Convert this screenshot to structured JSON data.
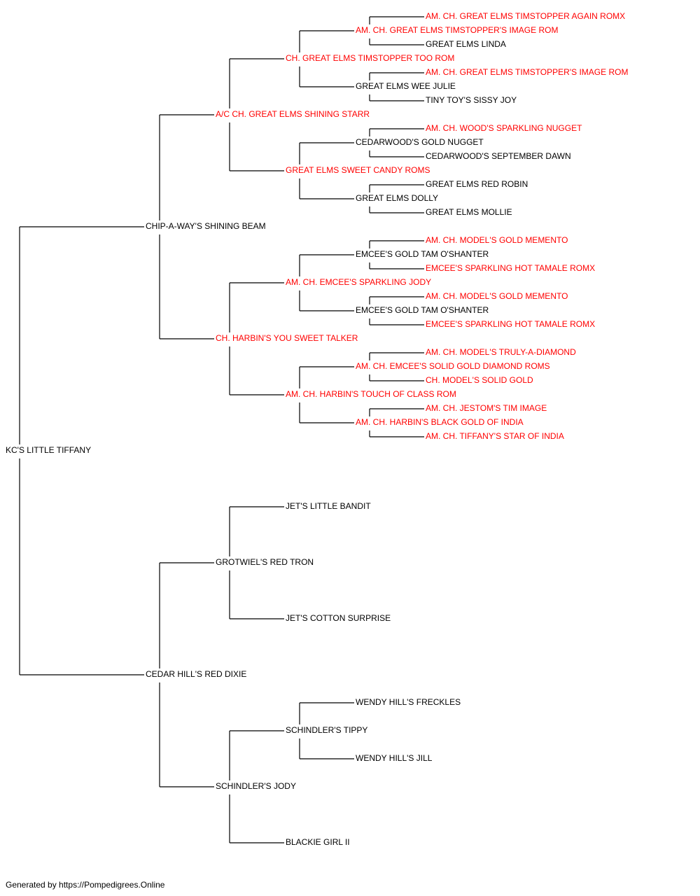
{
  "colors": {
    "titled": "#ff0000",
    "plain": "#000000",
    "line": "#000000"
  },
  "pedigree": {
    "name": "KC'S LITTLE TIFFANY",
    "titled": false,
    "sire": {
      "name": "CHIP-A-WAY'S SHINING BEAM",
      "titled": false,
      "sire": {
        "name": "A/C CH. GREAT ELMS SHINING STARR",
        "titled": true,
        "sire": {
          "name": "CH. GREAT ELMS TIMSTOPPER TOO ROM",
          "titled": true,
          "sire": {
            "name": "AM. CH. GREAT ELMS TIMSTOPPER'S IMAGE ROM",
            "titled": true,
            "sire": {
              "name": "AM. CH. GREAT ELMS TIMSTOPPER AGAIN ROMX",
              "titled": true
            },
            "dam": {
              "name": "GREAT ELMS LINDA",
              "titled": false
            }
          },
          "dam": {
            "name": "GREAT ELMS WEE JULIE",
            "titled": false,
            "sire": {
              "name": "AM. CH. GREAT ELMS TIMSTOPPER'S IMAGE ROM",
              "titled": true
            },
            "dam": {
              "name": "TINY TOY'S SISSY JOY",
              "titled": false
            }
          }
        },
        "dam": {
          "name": "GREAT ELMS SWEET CANDY ROMS",
          "titled": true,
          "sire": {
            "name": "CEDARWOOD'S GOLD NUGGET",
            "titled": false,
            "sire": {
              "name": "AM. CH. WOOD'S SPARKLING NUGGET",
              "titled": true
            },
            "dam": {
              "name": "CEDARWOOD'S SEPTEMBER DAWN",
              "titled": false
            }
          },
          "dam": {
            "name": "GREAT ELMS DOLLY",
            "titled": false,
            "sire": {
              "name": "GREAT ELMS RED ROBIN",
              "titled": false
            },
            "dam": {
              "name": "GREAT ELMS MOLLIE",
              "titled": false
            }
          }
        }
      },
      "dam": {
        "name": "CH. HARBIN'S YOU SWEET TALKER",
        "titled": true,
        "sire": {
          "name": "AM. CH. EMCEE'S SPARKLING JODY",
          "titled": true,
          "sire": {
            "name": "EMCEE'S GOLD TAM O'SHANTER",
            "titled": false,
            "sire": {
              "name": "AM. CH. MODEL'S GOLD MEMENTO",
              "titled": true
            },
            "dam": {
              "name": "EMCEE'S SPARKLING HOT TAMALE ROMX",
              "titled": true
            }
          },
          "dam": {
            "name": "EMCEE'S GOLD TAM O'SHANTER",
            "titled": false,
            "sire": {
              "name": "AM. CH. MODEL'S GOLD MEMENTO",
              "titled": true
            },
            "dam": {
              "name": "EMCEE'S SPARKLING HOT TAMALE ROMX",
              "titled": true
            }
          }
        },
        "dam": {
          "name": "AM. CH. HARBIN'S TOUCH OF CLASS ROM",
          "titled": true,
          "sire": {
            "name": "AM. CH. EMCEE'S SOLID GOLD DIAMOND ROMS",
            "titled": true,
            "sire": {
              "name": "AM. CH. MODEL'S TRULY-A-DIAMOND",
              "titled": true
            },
            "dam": {
              "name": "CH. MODEL'S SOLID GOLD",
              "titled": true
            }
          },
          "dam": {
            "name": "AM. CH. HARBIN'S BLACK GOLD OF INDIA",
            "titled": true,
            "sire": {
              "name": "AM. CH. JESTOM'S TIM IMAGE",
              "titled": true
            },
            "dam": {
              "name": "AM. CH. TIFFANY'S STAR OF INDIA",
              "titled": true
            }
          }
        }
      }
    },
    "dam": {
      "name": "CEDAR HILL'S RED DIXIE",
      "titled": false,
      "sire": {
        "name": "GROTWIEL'S RED TRON",
        "titled": false,
        "sire": {
          "name": "JET'S LITTLE BANDIT",
          "titled": false
        },
        "dam": {
          "name": "JET'S COTTON SURPRISE",
          "titled": false
        }
      },
      "dam": {
        "name": "SCHINDLER'S JODY",
        "titled": false,
        "sire": {
          "name": "SCHINDLER'S TIPPY",
          "titled": false,
          "sire": {
            "name": "WENDY HILL'S FRECKLES",
            "titled": false
          },
          "dam": {
            "name": "WENDY HILL'S JILL",
            "titled": false
          }
        },
        "dam": {
          "name": "BLACKIE GIRL II",
          "titled": false
        }
      }
    }
  },
  "footer": "Generated by https://Pompedigrees.Online"
}
